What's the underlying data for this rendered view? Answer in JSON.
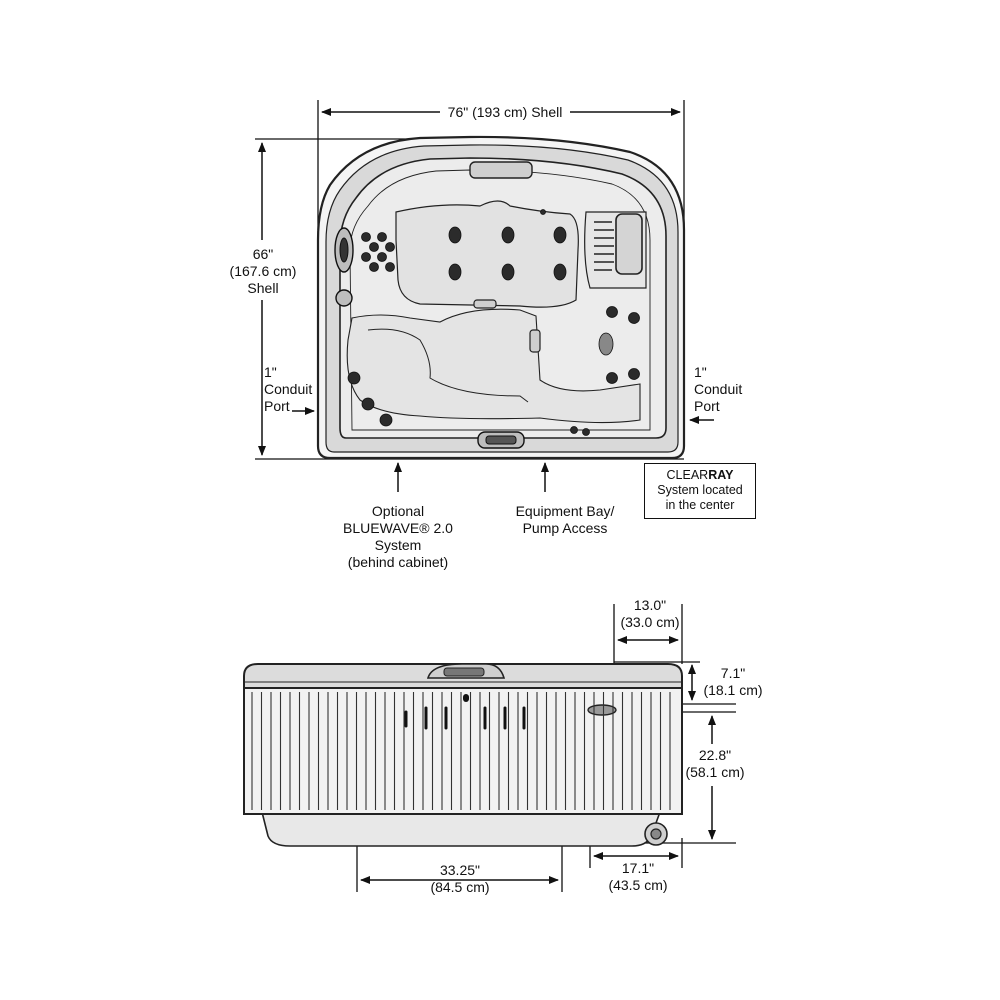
{
  "top_view": {
    "width_label": "76\" (193 cm) Shell",
    "height_label": [
      "66\"",
      "(167.6 cm)",
      "Shell"
    ],
    "conduit_left": [
      "1\"",
      "Conduit",
      "Port"
    ],
    "conduit_right": [
      "1\"",
      "Conduit",
      "Port"
    ],
    "bluewave_label": [
      "Optional",
      "BLUEWAVE® 2.0",
      "System",
      "(behind cabinet)"
    ],
    "equipment_label": [
      "Equipment Bay/",
      "Pump Access"
    ],
    "clearray": {
      "title_prefix": "CLEAR",
      "title_bold": "RAY",
      "line2": "System located",
      "line3": "in the center"
    }
  },
  "side_view": {
    "dim_top_width": [
      "13.0\"",
      "(33.0 cm)"
    ],
    "dim_top_height": [
      "7.1\"",
      "(18.1 cm)"
    ],
    "dim_height": [
      "22.8\"",
      "(58.1 cm)"
    ],
    "dim_bottom_right": [
      "17.1\"",
      "(43.5 cm)"
    ],
    "dim_bottom_center": [
      "33.25\"",
      "(84.5 cm)"
    ]
  }
}
